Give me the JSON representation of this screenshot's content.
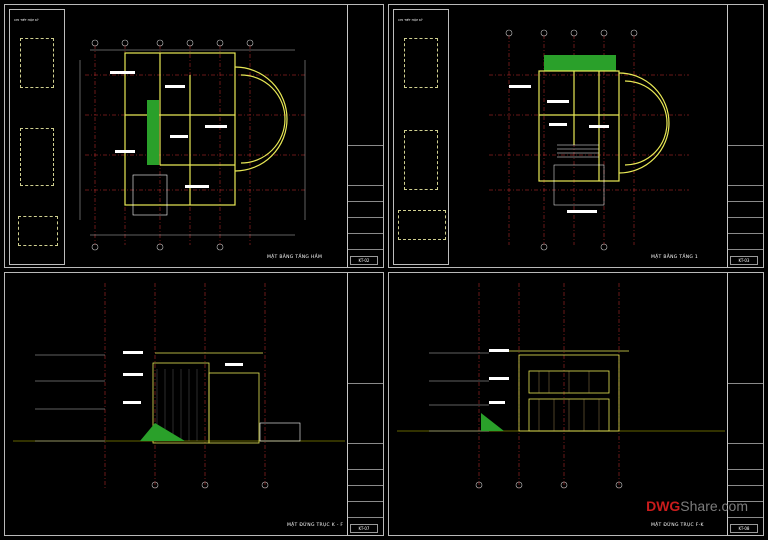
{
  "sheets": [
    {
      "caption": "MẶT BẰNG TẦNG HẦM",
      "code": "KT-02",
      "side_title": "CHI TIẾT HỘP KỸ"
    },
    {
      "caption": "MẶT BẰNG TẦNG 1",
      "code": "KT-03",
      "side_title": "CHI TIẾT HỘP KỸ"
    },
    {
      "caption": "MẶT ĐỨNG TRỤC K - F",
      "code": "KT-07"
    },
    {
      "caption": "MẶT ĐỨNG TRỤC F-K",
      "code": "KT-08"
    }
  ],
  "watermark": {
    "prefix": "DWG",
    "suffix": "Share.com"
  },
  "colors": {
    "wall": "#e8e855",
    "grid": "#d03030",
    "line": "#ffffff",
    "green": "#2aa02a",
    "dim": "#c0c0c0"
  }
}
